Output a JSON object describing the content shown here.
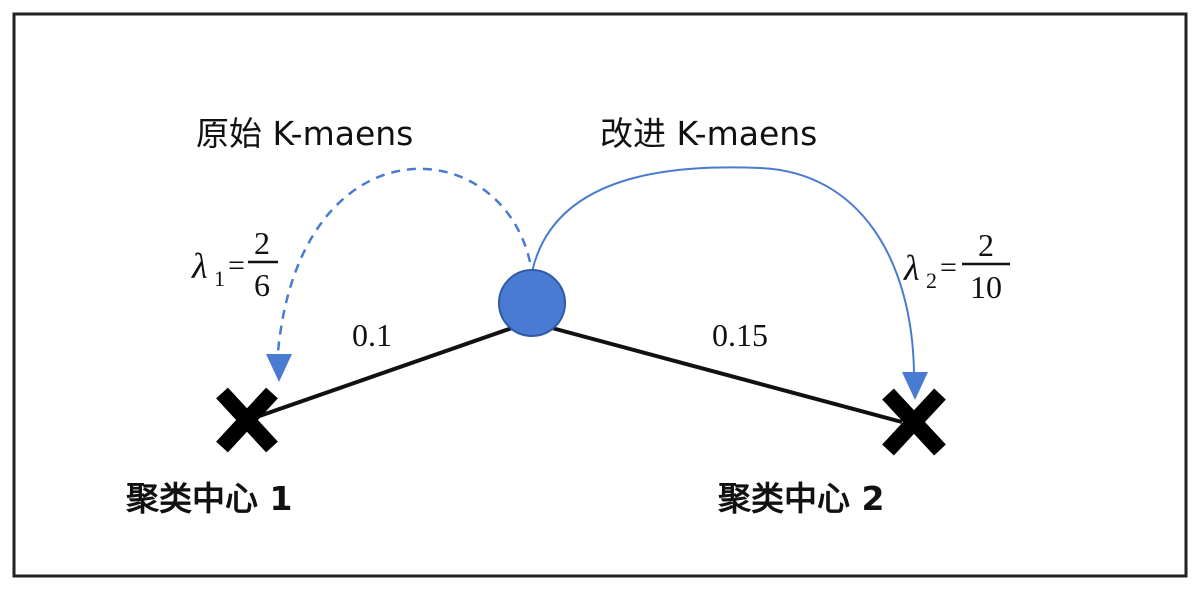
{
  "labels": {
    "original": "原始 K-maens",
    "improved": "改进 K-maens",
    "dist_left": "0.1",
    "dist_right": "0.15",
    "center_1": "聚类中心 1",
    "center_2": "聚类中心 2"
  },
  "lambda_1": {
    "symbol": "λ",
    "sub": "1",
    "eq": "=",
    "num": "2",
    "den": "6"
  },
  "lambda_2": {
    "symbol": "λ",
    "sub": "2",
    "eq": "=",
    "num": "2",
    "den": "10"
  },
  "colors": {
    "point": "#4a7bd2",
    "point_stroke": "#2f5aa8",
    "arrow": "#4a7bd2",
    "line": "#111111",
    "frame": "#222222"
  }
}
